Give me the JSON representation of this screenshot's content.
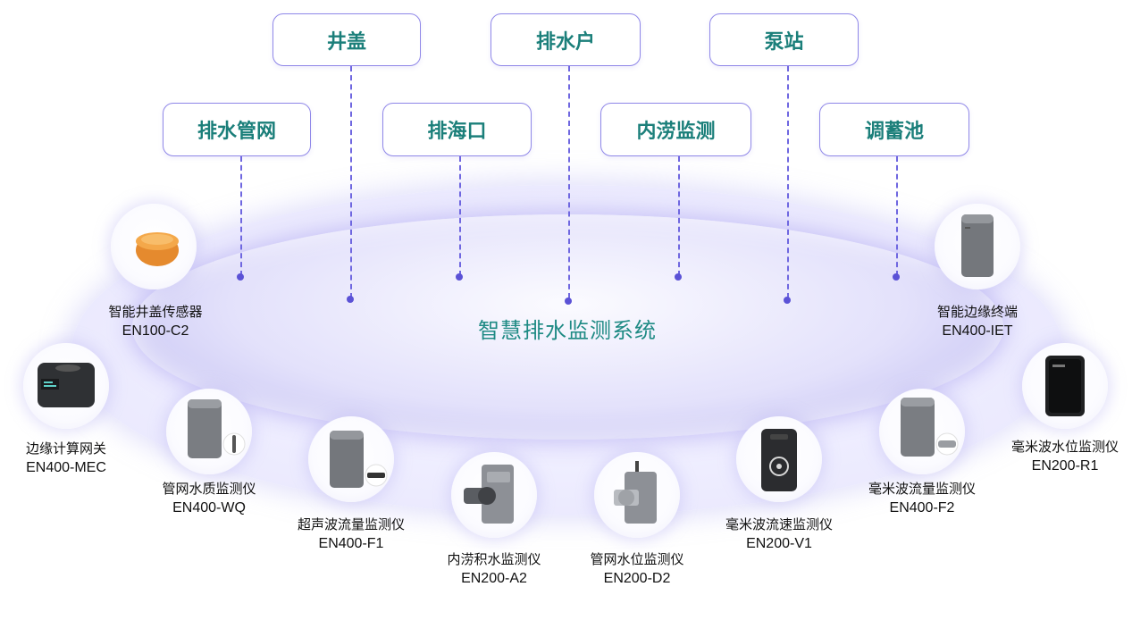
{
  "center_title": "智慧排水监测系统",
  "scenarios": [
    {
      "label": "井盖"
    },
    {
      "label": "排水户"
    },
    {
      "label": "泵站"
    },
    {
      "label": "排水管网"
    },
    {
      "label": "排海口"
    },
    {
      "label": "内涝监测"
    },
    {
      "label": "调蓄池"
    }
  ],
  "devices": [
    {
      "name": "智能井盖传感器",
      "model": "EN100-C2"
    },
    {
      "name": "边缘计算网关",
      "model": "EN400-MEC"
    },
    {
      "name": "管网水质监测仪",
      "model": "EN400-WQ"
    },
    {
      "name": "超声波流量监测仪",
      "model": "EN400-F1"
    },
    {
      "name": "内涝积水监测仪",
      "model": "EN200-A2"
    },
    {
      "name": "管网水位监测仪",
      "model": "EN200-D2"
    },
    {
      "name": "毫米波流速监测仪",
      "model": "EN200-V1"
    },
    {
      "name": "毫米波流量监测仪",
      "model": "EN400-F2"
    },
    {
      "name": "毫米波水位监测仪",
      "model": "EN200-R1"
    },
    {
      "name": "智能边缘终端",
      "model": "EN400-IET"
    }
  ],
  "colors": {
    "box_border": "#8f87e8",
    "scenario_text": "#1b7f7a",
    "center_text": "#1e8a84",
    "connector": "#6f67e0"
  }
}
